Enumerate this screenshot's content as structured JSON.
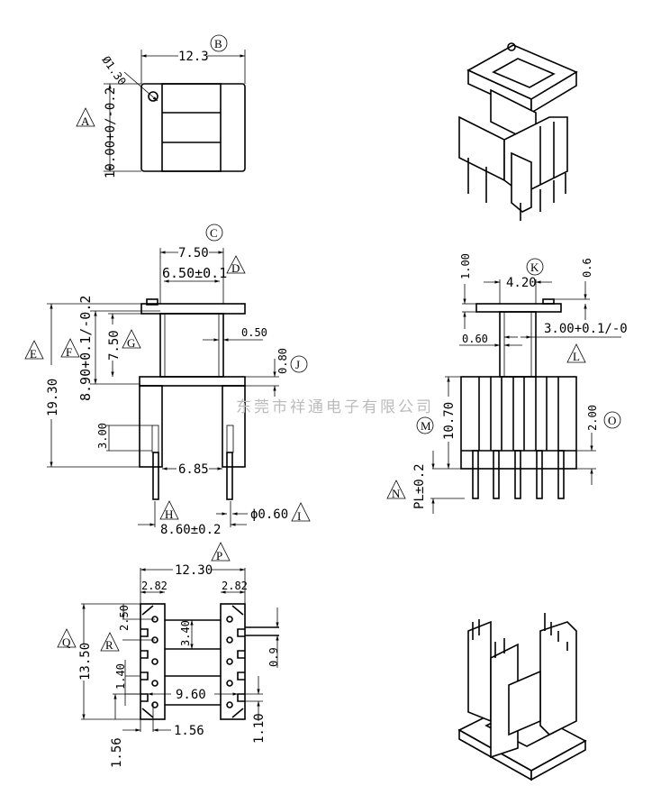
{
  "watermark": "东莞市祥通电子有限公司",
  "top_view": {
    "width": "12.3",
    "hole": "Ø1.30",
    "height": "10.00+0/-0.2",
    "label_a": "A",
    "label_b": "B"
  },
  "front_view": {
    "d750": "7.50",
    "d650": "6.50±0.1",
    "d890": "8.90+0.1/-0.2",
    "d1930": "19.30",
    "d750v": "7.50",
    "d050": "0.50",
    "d080": "0.80",
    "d300": "3.00",
    "d685": "6.85",
    "d060": "ϕ0.60",
    "d860": "8.60±0.2",
    "label_c": "C",
    "label_d": "D",
    "label_e": "E",
    "label_f": "F",
    "label_g": "G",
    "label_h": "H",
    "label_i": "I",
    "label_j": "J"
  },
  "side_view": {
    "d100": "1.00",
    "d420": "4.20",
    "d06": "0.6",
    "d300": "3.00+0.1/-0",
    "d060": "0.60",
    "d1070": "10.70",
    "d200": "2.00",
    "pl": "PL±0.2",
    "label_k": "K",
    "label_l": "L",
    "label_m": "M",
    "label_n": "N",
    "label_o": "O"
  },
  "bottom_view": {
    "d1230": "12.30",
    "d282a": "2.82",
    "d282b": "2.82",
    "d250": "2.50",
    "d340": "3.40",
    "d1350": "13.50",
    "d140": "1.40",
    "d960": "9.60",
    "d09": "0.9",
    "d156h": "1.56",
    "d156v": "1.56",
    "d110": "1.10",
    "label_p": "P",
    "label_q": "Q",
    "label_r": "R"
  }
}
